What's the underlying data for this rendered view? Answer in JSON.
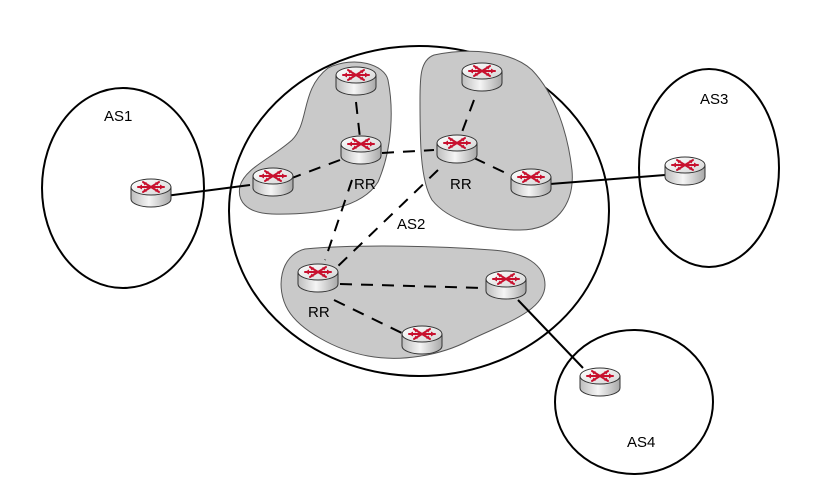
{
  "labels": {
    "as1": "AS1",
    "as2": "AS2",
    "as3": "AS3",
    "as4": "AS4",
    "rr_top_left": "RR",
    "rr_top_right": "RR",
    "rr_bottom": "RR"
  },
  "routers": [
    "as1-border",
    "c1-top",
    "c1-rr",
    "c1-left",
    "c2-top",
    "c2-rr",
    "c2-right",
    "c3-rr",
    "c3-right",
    "c3-bottom",
    "as3-border",
    "as4-border"
  ],
  "links": {
    "ebgp": [
      [
        "as1-border",
        "c1-left"
      ],
      [
        "c2-right",
        "as3-border"
      ],
      [
        "c3-right",
        "as4-border"
      ]
    ],
    "ibgp": [
      [
        "c1-rr",
        "c1-top"
      ],
      [
        "c1-rr",
        "c1-left"
      ],
      [
        "c1-rr",
        "c2-rr"
      ],
      [
        "c1-rr",
        "c3-rr"
      ],
      [
        "c2-rr",
        "c2-top"
      ],
      [
        "c2-rr",
        "c2-right"
      ],
      [
        "c2-rr",
        "c3-rr"
      ],
      [
        "c3-rr",
        "c3-right"
      ],
      [
        "c3-rr",
        "c3-bottom"
      ]
    ]
  },
  "colors": {
    "cluster_fill": "#c9c9c9",
    "router_arrow": "#c8102e"
  }
}
